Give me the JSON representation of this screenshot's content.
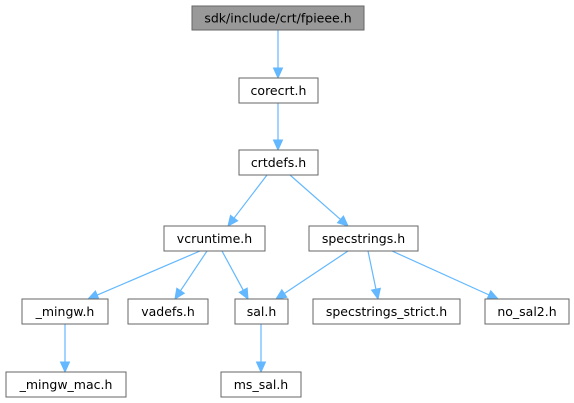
{
  "graph": {
    "nodes": {
      "fpieee": "sdk/include/crt/fpieee.h",
      "corecrt": "corecrt.h",
      "crtdefs": "crtdefs.h",
      "vcruntime": "vcruntime.h",
      "specstrings": "specstrings.h",
      "mingw": "_mingw.h",
      "vadefs": "vadefs.h",
      "sal": "sal.h",
      "specstrings_strict": "specstrings_strict.h",
      "no_sal2": "no_sal2.h",
      "mingw_mac": "_mingw_mac.h",
      "ms_sal": "ms_sal.h"
    },
    "edges": [
      [
        "fpieee",
        "corecrt"
      ],
      [
        "corecrt",
        "crtdefs"
      ],
      [
        "crtdefs",
        "vcruntime"
      ],
      [
        "crtdefs",
        "specstrings"
      ],
      [
        "vcruntime",
        "mingw"
      ],
      [
        "vcruntime",
        "vadefs"
      ],
      [
        "vcruntime",
        "sal"
      ],
      [
        "specstrings",
        "sal"
      ],
      [
        "specstrings",
        "specstrings_strict"
      ],
      [
        "specstrings",
        "no_sal2"
      ],
      [
        "mingw",
        "mingw_mac"
      ],
      [
        "sal",
        "ms_sal"
      ]
    ],
    "colors": {
      "edge": "#63b8ff",
      "root_fill": "#999999",
      "node_border": "#666666"
    }
  }
}
